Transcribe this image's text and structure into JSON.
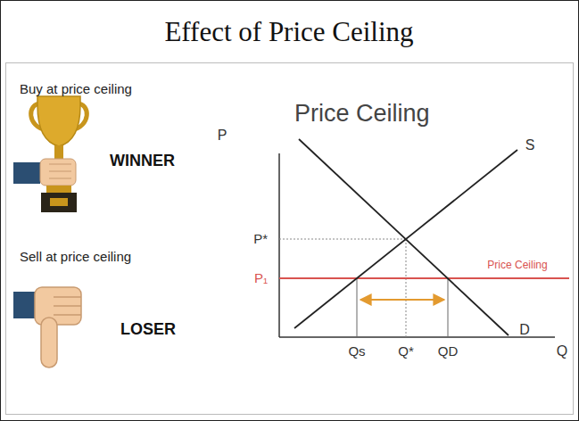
{
  "diagram": {
    "title": "Effect of Price Ceiling",
    "labels": [
      "Buy at price ceiling",
      "WINNER",
      "Sell at price ceiling",
      "LOSER",
      "Price Ceiling",
      "P",
      "S",
      "P*",
      "P₁",
      "Price Ceiling",
      "D",
      "Qs",
      "Q*",
      "QD",
      "Q"
    ]
  }
}
